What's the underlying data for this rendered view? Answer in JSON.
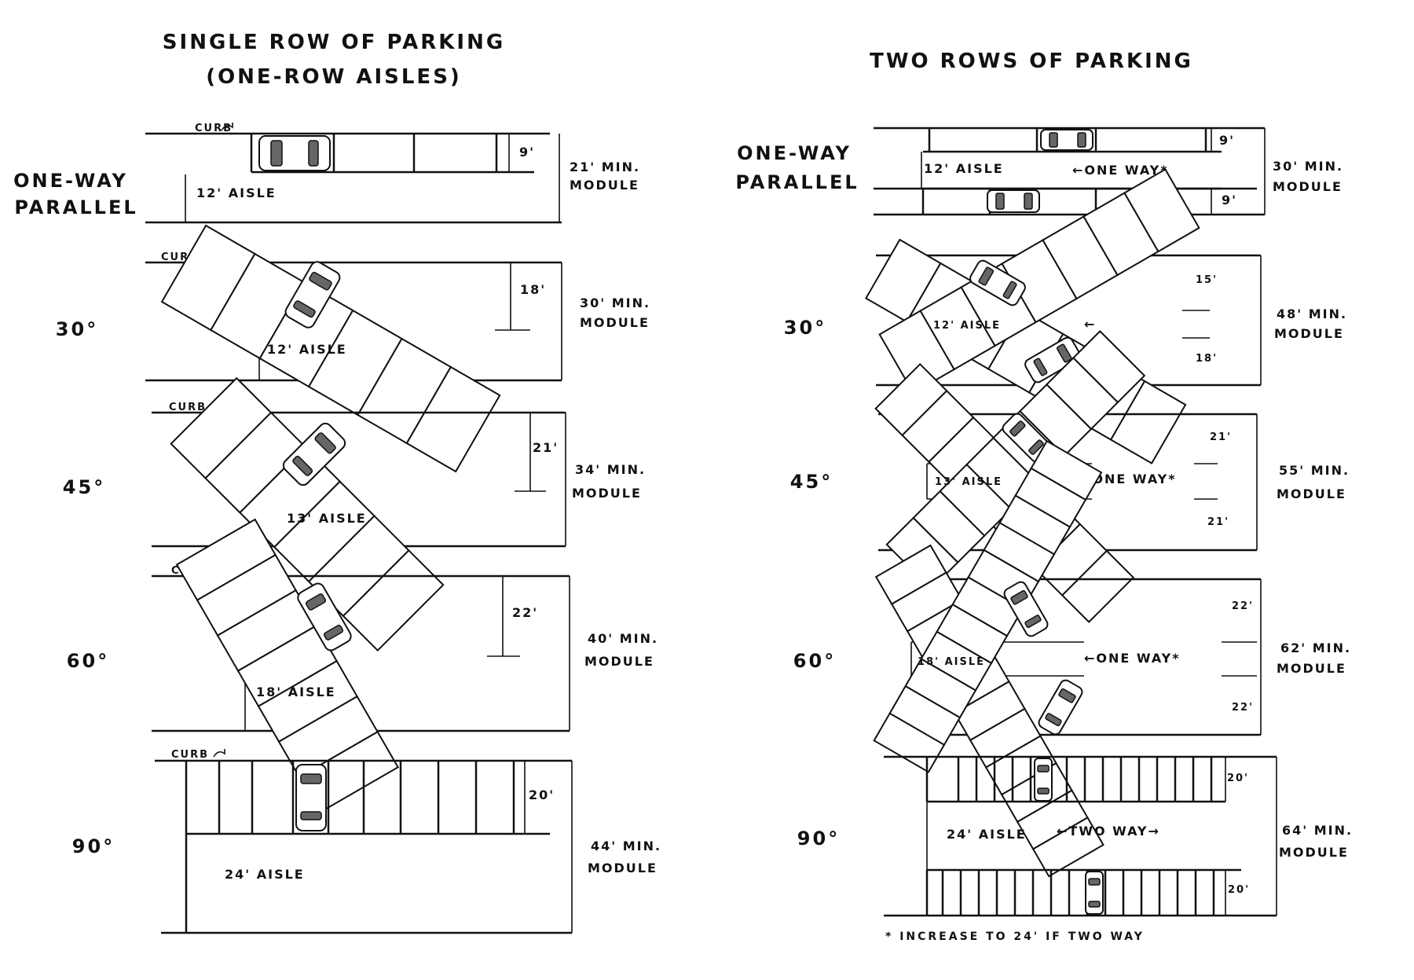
{
  "headings": {
    "single_line1": "SINGLE ROW OF PARKING",
    "single_line2": "(ONE-ROW AISLES)",
    "two_rows": "TWO ROWS OF PARKING"
  },
  "angles": {
    "parallel_line1": "ONE-WAY",
    "parallel_line2": "PARALLEL",
    "a30": "30°",
    "a45": "45°",
    "a60": "60°",
    "a90": "90°"
  },
  "curb": "CURB",
  "single": {
    "parallel": {
      "stall": "9'",
      "aisle": "12' AISLE",
      "module1": "21' MIN.",
      "module2": "MODULE"
    },
    "a30": {
      "stall": "18'",
      "aisle": "12' AISLE",
      "module1": "30' MIN.",
      "module2": "MODULE"
    },
    "a45": {
      "stall": "21'",
      "aisle": "13' AISLE",
      "module1": "34' MIN.",
      "module2": "MODULE"
    },
    "a60": {
      "stall": "22'",
      "aisle": "18' AISLE",
      "module1": "40' MIN.",
      "module2": "MODULE"
    },
    "a90": {
      "stall": "20'",
      "aisle": "24' AISLE",
      "module1": "44' MIN.",
      "module2": "MODULE"
    }
  },
  "double": {
    "parallel": {
      "stall_top": "9'",
      "stall_bottom": "9'",
      "aisle": "12' AISLE",
      "direction": "←ONE WAY*",
      "module1": "30' MIN.",
      "module2": "MODULE"
    },
    "a30": {
      "stall_top": "15'",
      "stall_bottom": "18'",
      "aisle": "12' AISLE",
      "direction": "←",
      "module1": "48' MIN.",
      "module2": "MODULE"
    },
    "a45": {
      "stall_top": "21'",
      "stall_bottom": "21'",
      "aisle": "13' AISLE",
      "direction": "←ONE WAY*",
      "module1": "55' MIN.",
      "module2": "MODULE"
    },
    "a60": {
      "stall_top": "22'",
      "stall_bottom": "22'",
      "aisle": "18' AISLE",
      "direction": "←ONE WAY*",
      "module1": "62' MIN.",
      "module2": "MODULE"
    },
    "a90": {
      "stall_top": "20'",
      "stall_bottom": "20'",
      "aisle": "24' AISLE",
      "direction": "←TWO WAY→",
      "module1": "64' MIN.",
      "module2": "MODULE"
    }
  },
  "footnote": "* INCREASE TO 24' IF TWO WAY"
}
